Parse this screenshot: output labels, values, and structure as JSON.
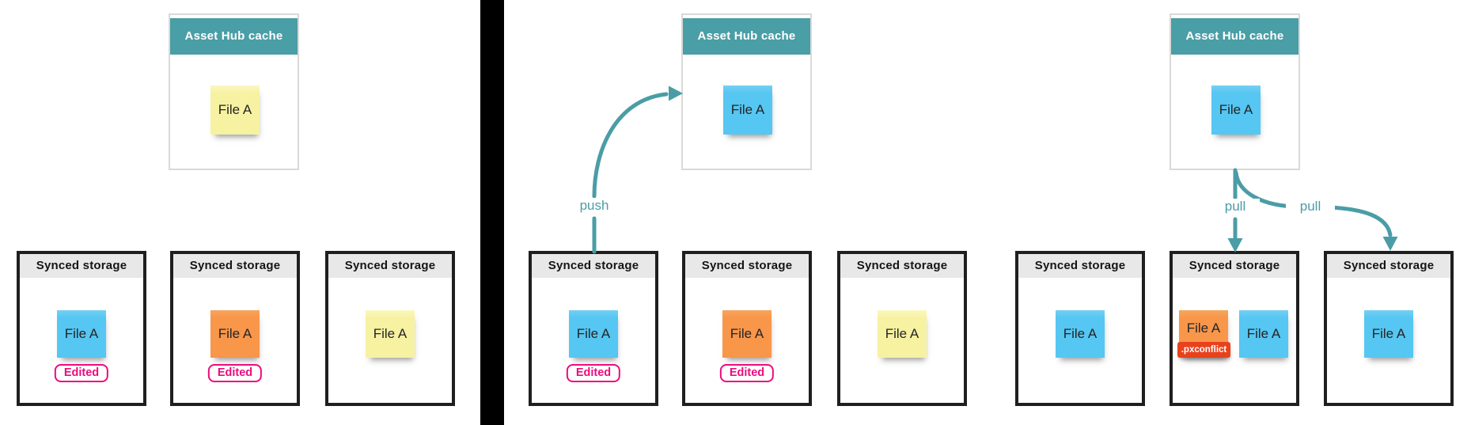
{
  "labels": {
    "push": "push",
    "pull": "pull"
  },
  "colors": {
    "teal_accent": "#4a9ea6",
    "storage_header_bg": "#e8e8e8",
    "storage_border": "#1f1f1f",
    "note_blue": "#56c6f2",
    "note_orange": "#f8964a",
    "note_yellow": "#f7f2a1",
    "badge_pink": "#ec0c7d",
    "conflict_red": "#e8421d",
    "divider": "#000000"
  },
  "panels": [
    {
      "cache": {
        "title": "Asset Hub cache",
        "notes": [
          {
            "text": "File A",
            "color": "yellow"
          }
        ]
      },
      "storages": [
        {
          "title": "Synced storage",
          "notes": [
            {
              "text": "File A",
              "color": "blue"
            }
          ],
          "badge": "Edited"
        },
        {
          "title": "Synced storage",
          "notes": [
            {
              "text": "File A",
              "color": "orange"
            }
          ],
          "badge": "Edited"
        },
        {
          "title": "Synced storage",
          "notes": [
            {
              "text": "File A",
              "color": "yellow"
            }
          ]
        }
      ]
    },
    {
      "cache": {
        "title": "Asset Hub cache",
        "notes": [
          {
            "text": "File A",
            "color": "blue"
          }
        ]
      },
      "arrows": [
        {
          "label": "push",
          "from": "storage-1",
          "to": "cache"
        }
      ],
      "storages": [
        {
          "title": "Synced storage",
          "notes": [
            {
              "text": "File A",
              "color": "blue"
            }
          ],
          "badge": "Edited"
        },
        {
          "title": "Synced storage",
          "notes": [
            {
              "text": "File A",
              "color": "orange"
            }
          ],
          "badge": "Edited"
        },
        {
          "title": "Synced storage",
          "notes": [
            {
              "text": "File A",
              "color": "yellow"
            }
          ]
        }
      ]
    },
    {
      "cache": {
        "title": "Asset Hub cache",
        "notes": [
          {
            "text": "File A",
            "color": "blue"
          }
        ]
      },
      "arrows": [
        {
          "label": "pull",
          "from": "cache",
          "to": "storage-2"
        },
        {
          "label": "pull",
          "from": "cache",
          "to": "storage-3"
        }
      ],
      "storages": [
        {
          "title": "Synced storage",
          "notes": [
            {
              "text": "File A",
              "color": "blue"
            }
          ]
        },
        {
          "title": "Synced storage",
          "notes": [
            {
              "text": "File A",
              "color": "orange",
              "tag": ".pxconflict"
            },
            {
              "text": "File A",
              "color": "blue"
            }
          ]
        },
        {
          "title": "Synced storage",
          "notes": [
            {
              "text": "File A",
              "color": "blue"
            }
          ]
        }
      ]
    }
  ]
}
